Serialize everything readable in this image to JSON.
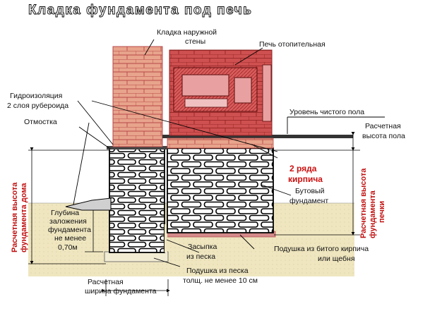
{
  "title": "Кладка фундамента под печь",
  "labels": {
    "outer_wall_1": "Кладка наружной",
    "outer_wall_2": "стены",
    "stove": "Печь отопительная",
    "waterproof_1": "Гидроизоляция",
    "waterproof_2": "2 слоя рубероида",
    "blind_area": "Отмостка",
    "floor_level": "Уровень чистого пола",
    "floor_height_1": "Расчетная",
    "floor_height_2": "высота пола",
    "two_rows_1": "2 ряда",
    "two_rows_2": "кирпича",
    "rubble_1": "Бутовый",
    "rubble_2": "фундамент",
    "depth_1": "Глубина",
    "depth_2": "заложения",
    "depth_3": "фундамента",
    "depth_4": "не менее",
    "depth_5": "0,70м",
    "backfill_1": "Засыпка",
    "backfill_2": "из песка",
    "cushion_brick_1": "Подушка из битого кирпича",
    "cushion_brick_2": "или щебня",
    "sand_cushion_1": "Подушка из песка",
    "sand_cushion_2": "толщ. не менее 10 см",
    "width_1": "Расчетная",
    "width_2": "ширина фундамента",
    "house_height_1": "Расчетная высота",
    "house_height_2": "фундамента дома",
    "stove_height_1": "Расчетная высота",
    "stove_height_2": "фундамента",
    "stove_height_3": "печки"
  },
  "colors": {
    "brick_wall": "#e8a48c",
    "stove": "#d45a5a",
    "stone": "#ffffff",
    "ground": "#efe6c0",
    "accent_red": "#cc1111"
  }
}
